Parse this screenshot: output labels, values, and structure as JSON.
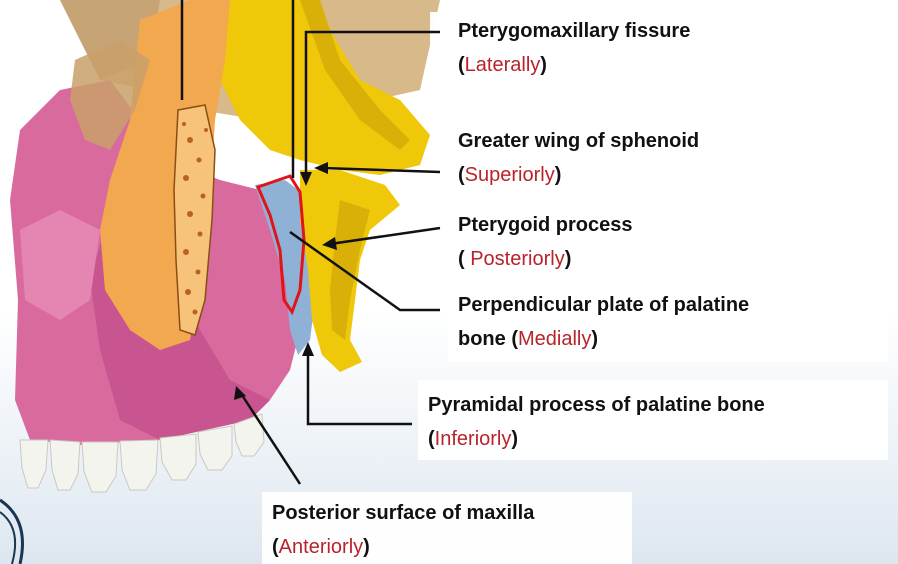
{
  "labels": {
    "pterygomaxillary": {
      "title": "Pterygomaxillary fissure",
      "prefix": "(",
      "dir": "Laterally",
      "suffix": ")"
    },
    "greater_wing": {
      "title": "Greater wing of sphenoid",
      "prefix": "(",
      "dir": "Superiorly",
      "suffix": ")"
    },
    "pterygoid": {
      "title": "Pterygoid process",
      "prefix": "( ",
      "dir": "Posteriorly",
      "suffix": ")"
    },
    "perpendicular": {
      "title_line1": "Perpendicular plate of palatine",
      "title_line2": "bone (",
      "dir": "Medially",
      "suffix": ")"
    },
    "pyramidal": {
      "title": "Pyramidal process of palatine bone",
      "prefix": "(",
      "dir": "Inferiorly",
      "suffix": ")"
    },
    "posterior_surface": {
      "title": "Posterior surface of maxilla",
      "prefix": "(",
      "dir": "Anteriorly",
      "suffix": ")"
    }
  },
  "colors": {
    "maxilla": "#d96a9e",
    "maxilla_dark": "#b94d80",
    "zygomatic": "#f2a84f",
    "zygomatic_light": "#f7c27a",
    "sphenoid": "#f0c80a",
    "sphenoid_dark": "#c9a40a",
    "palatine": "#8fb1d6",
    "skull": "#d8b98a",
    "teeth": "#f4f4ee",
    "fissure_outline": "#e0141a",
    "direction_text": "#b8232a"
  }
}
